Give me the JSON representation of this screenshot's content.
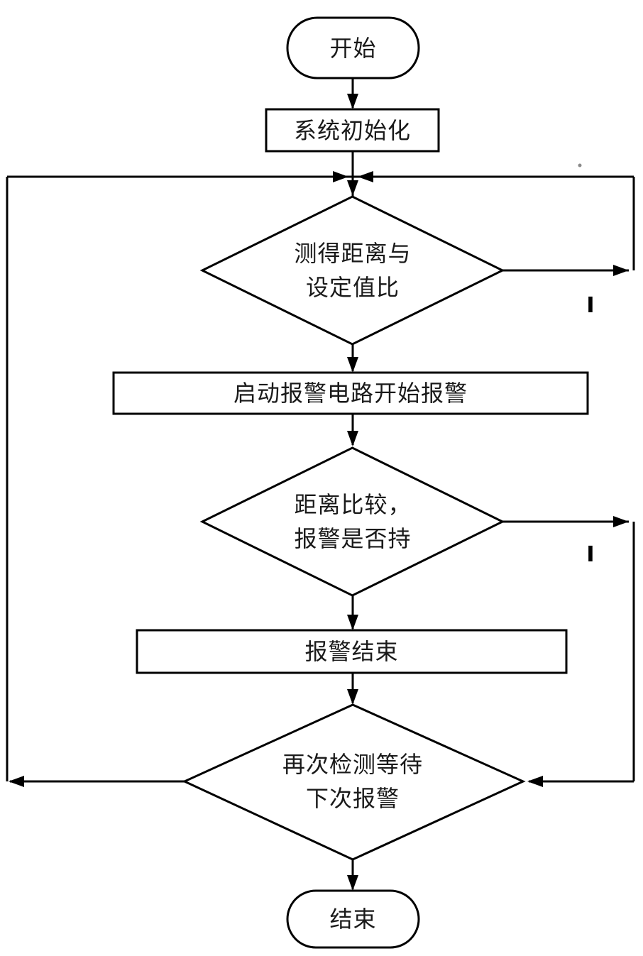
{
  "nodes": {
    "start": {
      "label": "开始"
    },
    "init": {
      "label": "系统初始化"
    },
    "decision1": {
      "line1": "测得距离与",
      "line2": "设定值比"
    },
    "process_alarm": {
      "label": "启动报警电路开始报警"
    },
    "decision2": {
      "line1": "距离比较，",
      "line2": "报警是否持"
    },
    "process_alarm_end": {
      "label": "报警结束"
    },
    "decision3": {
      "line1": "再次检测等待",
      "line2": "下次报警"
    },
    "end": {
      "label": "结束"
    }
  },
  "edge_labels": {
    "decision1_right": "I",
    "decision2_right": "I"
  },
  "colors": {
    "stroke": "#000000",
    "background": "#ffffff",
    "text": "#1a1a1a"
  }
}
